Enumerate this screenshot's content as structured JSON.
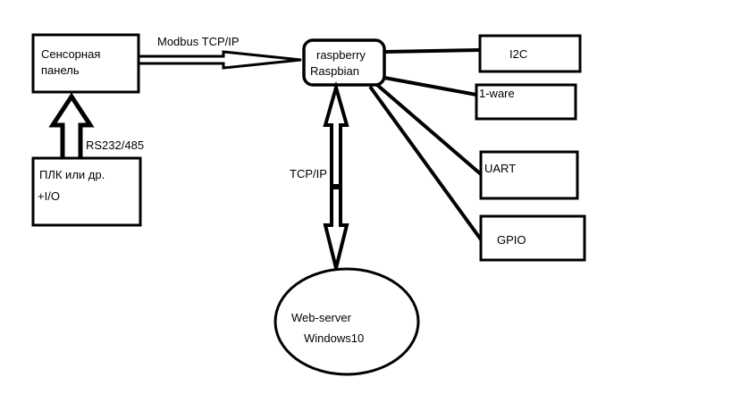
{
  "nodes": {
    "touch_panel": {
      "line1": "Сенсорная",
      "line2": "панель"
    },
    "plc": {
      "line1": "ПЛК или др.",
      "line2": "+I/O"
    },
    "raspberry": {
      "line1": "raspberry",
      "line2": "Raspbian"
    },
    "i2c": {
      "label": "I2C"
    },
    "one_wire": {
      "label": "1-ware"
    },
    "uart": {
      "label": "UART"
    },
    "gpio": {
      "label": "GPIO"
    },
    "web_server": {
      "line1": "Web-server",
      "line2": "Windows10"
    }
  },
  "edges": {
    "modbus": {
      "label": "Modbus TCP/IP"
    },
    "rs232": {
      "label": "RS232/485"
    },
    "tcpip": {
      "label": "TCP/IP"
    }
  }
}
